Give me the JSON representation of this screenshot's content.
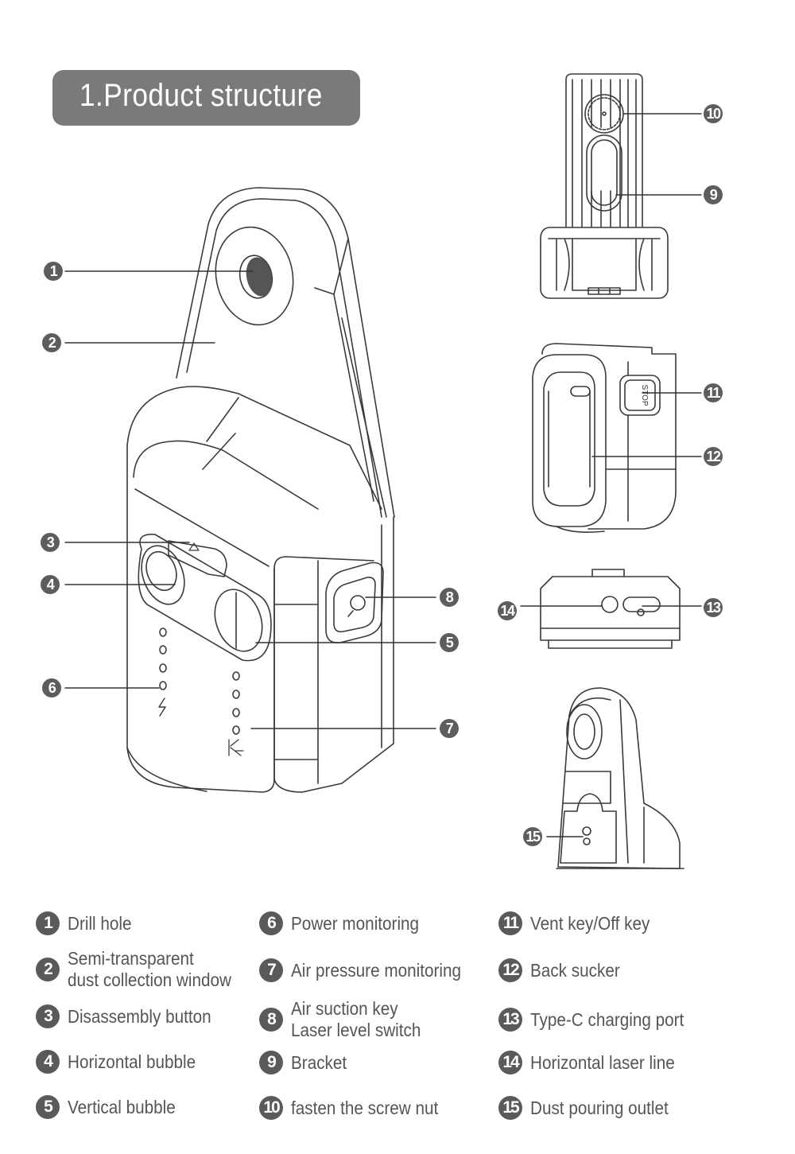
{
  "header": {
    "title": "1.Product structure"
  },
  "theme": {
    "title_bg": "#7a7a7a",
    "callout_bg": "#5a5a5a",
    "line_color": "#333333",
    "text_color": "#555555"
  },
  "callouts": [
    "1",
    "2",
    "3",
    "4",
    "5",
    "6",
    "7",
    "8",
    "9",
    "10",
    "11",
    "12",
    "13",
    "14",
    "15"
  ],
  "drawing_texts": {
    "stop_label": "STOP"
  },
  "legend": [
    {
      "num": "1",
      "label": "Drill hole"
    },
    {
      "num": "2",
      "label": "Semi-transparent",
      "label2": "dust collection window"
    },
    {
      "num": "3",
      "label": "Disassembly button"
    },
    {
      "num": "4",
      "label": "Horizontal bubble"
    },
    {
      "num": "5",
      "label": "Vertical bubble"
    },
    {
      "num": "6",
      "label": "Power monitoring"
    },
    {
      "num": "7",
      "label": "Air pressure monitoring"
    },
    {
      "num": "8",
      "label": "Air suction key",
      "label2": "Laser level switch"
    },
    {
      "num": "9",
      "label": "Bracket"
    },
    {
      "num": "10",
      "label": "fasten the screw nut"
    },
    {
      "num": "11",
      "label": "Vent key/Off key"
    },
    {
      "num": "12",
      "label": "Back sucker"
    },
    {
      "num": "13",
      "label": "Type-C charging port"
    },
    {
      "num": "14",
      "label": "Horizontal laser line"
    },
    {
      "num": "15",
      "label": "Dust pouring outlet"
    }
  ]
}
